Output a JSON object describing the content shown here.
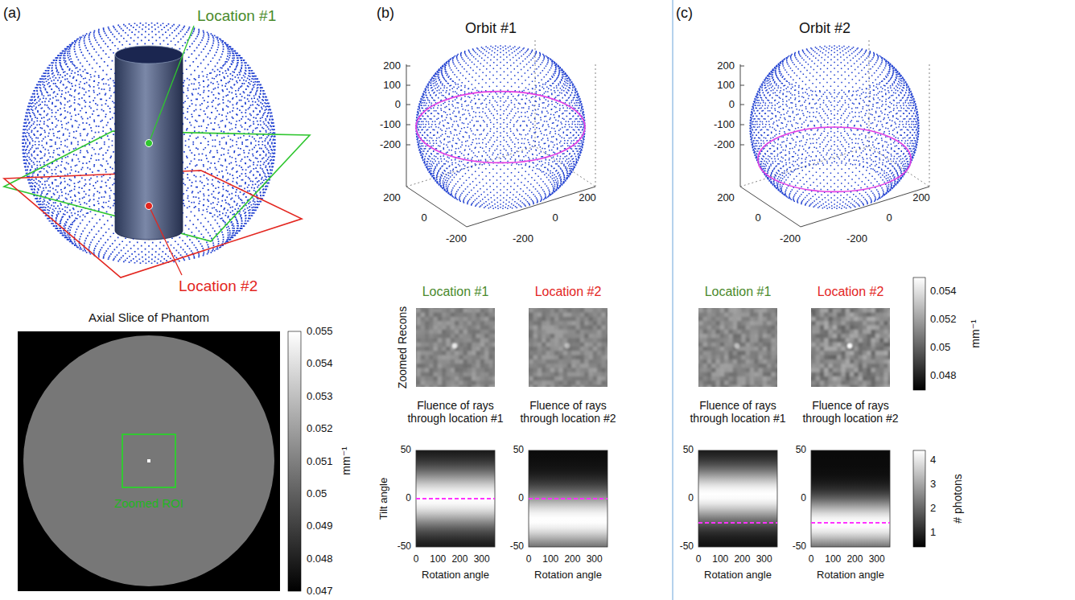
{
  "diagram": {
    "labels": [
      "(a)",
      "Location #1",
      "Location #2",
      "Axial Slice of Phantom",
      "0.055",
      "0.054",
      "0.053",
      "0.052",
      "0.051",
      "0.05",
      "0.049",
      "0.048",
      "0.047",
      "mm⁻¹",
      "Zoomed ROI",
      "(b)",
      "Orbit #1",
      "200",
      "100",
      "0",
      "-100",
      "-200",
      "200",
      "0",
      "-200",
      "-200",
      "0",
      "200",
      "Location #1",
      "Location #2",
      "Zoomed Recons",
      "Fluence of rays through location #1",
      "Fluence of rays through location #2",
      "Tilt angle",
      "50",
      "0",
      "-50",
      "0",
      "100",
      "200",
      "300",
      "Rotation angle",
      "50",
      "0",
      "-50",
      "0",
      "100",
      "200",
      "300",
      "Rotation angle",
      "(c)",
      "Orbit #2",
      "200",
      "100",
      "0",
      "-100",
      "-200",
      "200",
      "0",
      "-200",
      "-200",
      "0",
      "200",
      "Location #1",
      "Location #2",
      "Fluence of rays through location #1",
      "Fluence of rays through location #2",
      "50",
      "0",
      "-50",
      "0",
      "100",
      "200",
      "300",
      "Rotation angle",
      "50",
      "0",
      "-50",
      "0",
      "100",
      "200",
      "300",
      "Rotation angle",
      "0.054",
      "0.052",
      "0.05",
      "0.048",
      "mm⁻¹",
      "4",
      "3",
      "2",
      "1",
      "# photons"
    ]
  }
}
